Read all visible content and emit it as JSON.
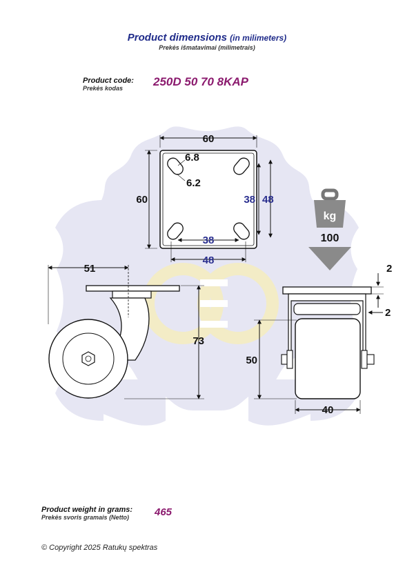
{
  "header": {
    "title": "Product dimensions",
    "title_suffix": "(in milimeters)",
    "subtitle": "Prekės išmatavimai (milimetrais)"
  },
  "product_code": {
    "label": "Product code:",
    "sublabel": "Prekės kodas",
    "value": "250D 50 70 8KAP"
  },
  "plate": {
    "width": "60",
    "height": "60",
    "slot_length": "6.8",
    "slot_width": "6.2",
    "hole_spacing_a": "38",
    "hole_spacing_b": "48",
    "hole_spacing_c": "38",
    "hole_spacing_d": "48"
  },
  "load": {
    "unit": "kg",
    "value": "100"
  },
  "side_view": {
    "offset": "51",
    "height": "73"
  },
  "front_view": {
    "plate_thickness": "2",
    "bracket_thickness": "2",
    "wheel_diameter": "50",
    "wheel_width": "40"
  },
  "weight": {
    "label": "Product weight in grams:",
    "sublabel": "Prekės svoris gramais (Netto)",
    "value": "465"
  },
  "footer": {
    "copyright": "© Copyright 2025 Ratukų spektras"
  },
  "colors": {
    "title": "#1f2b8a",
    "accent": "#8b1a6e",
    "blue_dims": "#2a2f8f",
    "watermark": "#e8e8f4"
  }
}
